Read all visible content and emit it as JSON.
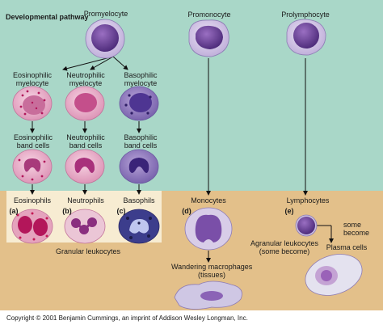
{
  "header": {
    "title": "Developmental pathway"
  },
  "cells": {
    "promyelocyte": "Promyelocyte",
    "promonocyte": "Promonocyte",
    "prolymphocyte": "Prolymphocyte",
    "eosinophilic_myelocyte": "Eosinophilic myelocyte",
    "neutrophilic_myelocyte": "Neutrophilic myelocyte",
    "basophilic_myelocyte": "Basophilic myelocyte",
    "eosinophilic_band": "Eosinophilic band cells",
    "neutrophilic_band": "Neutrophilic band cells",
    "basophilic_band": "Basophilic band cells",
    "eosinophils": "Eosinophils",
    "neutrophils": "Neutrophils",
    "basophils": "Basophils",
    "monocytes": "Monocytes",
    "lymphocytes": "Lymphocytes"
  },
  "panel_letters": {
    "a": "(a)",
    "b": "(b)",
    "c": "(c)",
    "d": "(d)",
    "e": "(e)"
  },
  "groups": {
    "granular": "Granular leukocytes",
    "agranular_line1": "Agranular leukocytes",
    "agranular_line2": "(some become)",
    "some_become_line1": "some",
    "some_become_line2": "become",
    "plasma": "Plasma cells",
    "wandering_line1": "Wandering macrophages",
    "wandering_line2": "(tissues)"
  },
  "footer": {
    "copyright": "Copyright © 2001 Benjamin Cummings, an imprint of Addison Wesley Longman, Inc."
  },
  "colors": {
    "top_background": "#a9d7c8",
    "bottom_background": "#e3c08a",
    "granular_box": "#f7ecd2",
    "nucleus_purple": "#6a3c96",
    "cytoplasm_pink": "#e9b3cc",
    "cytoplasm_lavender": "#c9bde0"
  }
}
